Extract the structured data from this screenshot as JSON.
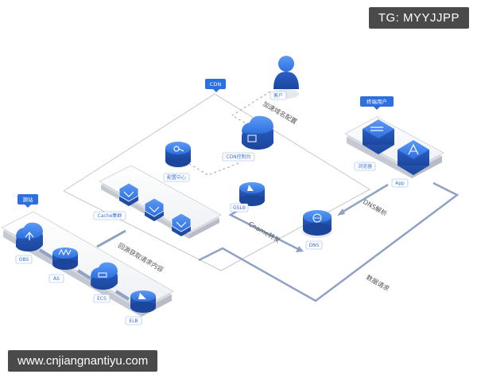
{
  "watermark_top": "TG: MYYJJPP",
  "watermark_bottom": "www.cnjiangnantiyu.com",
  "zones": {
    "cdn": "CDN",
    "origin": "源站",
    "endusers": "终端用户"
  },
  "nodes": {
    "customer": "客户",
    "config_center": "配置中心",
    "cdn_console": "CDN控制台",
    "gslb": "GSLB",
    "cache_cluster": "Cache集群",
    "dns": "DNS",
    "browser": "浏览器",
    "app": "App",
    "obs": "OBS",
    "as": "AS",
    "ecs": "ECS",
    "elb": "ELB"
  },
  "flows": {
    "domain_config": "加速域名配置",
    "dns_resolve": "DNS解析",
    "cname": "Cname转发",
    "back_to_origin": "回源获取请求内容",
    "data_request": "数据请求"
  },
  "colors": {
    "accent": "#2e6fe0",
    "line": "#8fa2c6",
    "panel_stroke": "#c9c9c9"
  }
}
